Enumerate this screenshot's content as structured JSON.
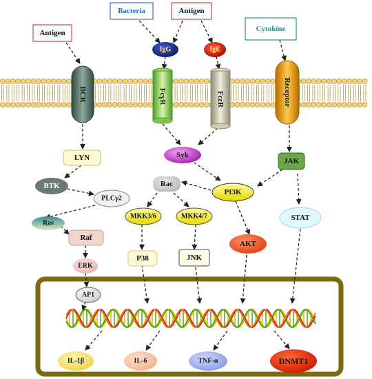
{
  "inputs": {
    "antigen_left": "Antigen",
    "bacteria": "Bacteria",
    "antigen_center": "Antigen",
    "cytokine": "Cytokine"
  },
  "antibodies": {
    "igg": "IgG",
    "ige": "IgE"
  },
  "receptors": {
    "bcr": "BCR",
    "fcgr": "FcγR",
    "fcer": "FcεR",
    "cytokine_receptor": "Receptor"
  },
  "nodes": {
    "lyn": "LYN",
    "btk": "BTK",
    "plcg2": "PLCγ2",
    "ras": "Ras",
    "raf": "Raf",
    "erk": "ERK",
    "ap1": "AP1",
    "syk": "Syk",
    "rac": "Rac",
    "pi3k": "PI3K",
    "jak": "JAK",
    "stat": "STAT",
    "mkk36": "MKK3/6",
    "mkk47": "MKK4/7",
    "p38": "P38",
    "jnk": "JNK",
    "akt": "AKT"
  },
  "outputs": {
    "il1b": "IL-1β",
    "il6": "IL-6",
    "tnfa": "TNF-α",
    "dnmt1": "DNMT1"
  },
  "colors": {
    "nucleus_border": "#7a6a10",
    "membrane": "#f3d27a",
    "bacteria_text": "#1f6fc4",
    "cytokine_text": "#2a8f85"
  }
}
